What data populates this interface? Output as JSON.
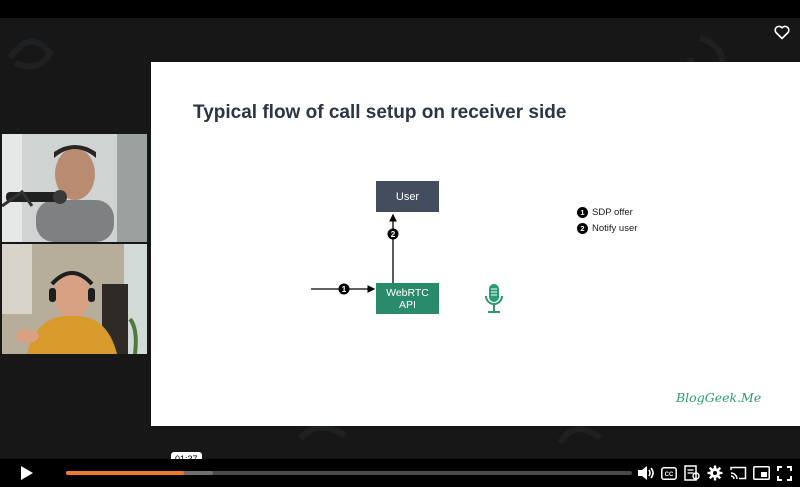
{
  "slide": {
    "title": "Typical flow of call setup on receiver side",
    "user_box": "User",
    "api_box_line1": "WebRTC",
    "api_box_line2": "API",
    "step1_number": "1",
    "step2_number": "2",
    "legend": [
      {
        "number": "1",
        "label": "SDP offer"
      },
      {
        "number": "2",
        "label": "Notify user"
      }
    ],
    "brand": "BlogGeek.Me",
    "colors": {
      "title": "#2d3646",
      "user_box": "#434d5e",
      "api_box": "#2a8a6c",
      "brand": "#2a9b72"
    }
  },
  "player": {
    "time_tooltip": "01:37",
    "progress_played_fraction": 0.208,
    "progress_buffered_fraction": 0.26,
    "accent_color": "#ee7a2c",
    "icons": [
      "heart-icon",
      "play-icon",
      "volume-icon",
      "closed-captions-icon",
      "transcript-icon",
      "settings-icon",
      "cast-icon",
      "picture-in-picture-icon",
      "fullscreen-icon"
    ]
  }
}
